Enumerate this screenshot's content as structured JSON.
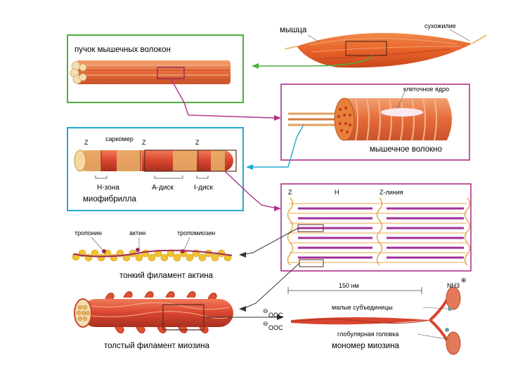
{
  "labels": {
    "muscle": "мышца",
    "tendon": "сухожилие",
    "fiber_bundle": "пучок мышечных волокон",
    "cell_nucleus": "клеточное ядро",
    "muscle_fiber": "мышечное волокно",
    "sarcomere": "саркомер",
    "z_left": "Z",
    "z_mid": "Z",
    "z_right": "Z",
    "h_zone": "Н-зона",
    "a_disk": "А-диск",
    "i_disk": "I-диск",
    "myofibril": "миофибрилла",
    "z_grid": "Z",
    "h_grid": "H",
    "z_line": "Z-линия",
    "troponin": "тропонин",
    "actin": "актин",
    "tropomyosin": "тропомиозин",
    "thin_filament": "тонкий филамент актина",
    "thick_filament": "толстый филамент миозина",
    "scale": "150 нм",
    "nh3": "NH3",
    "nh3_charge": "⊕",
    "ooc_top": "OOC",
    "ooc_bottom": "OOC",
    "ooc_charge": "⊖",
    "small_subunits": "малые субъединицы",
    "globular_head": "глобулярная головка",
    "myosin_monomer": "мономер миозина"
  },
  "colors": {
    "green_frame": "#4caf3a",
    "magenta_frame": "#b0308a",
    "cyan_frame": "#22a8d0",
    "muscle_orange": "#e8632a",
    "fiber_red": "#d9452f",
    "band_tan": "#e9b26a",
    "purple_filament": "#a0309a",
    "actin_yellow": "#f2c22e"
  }
}
